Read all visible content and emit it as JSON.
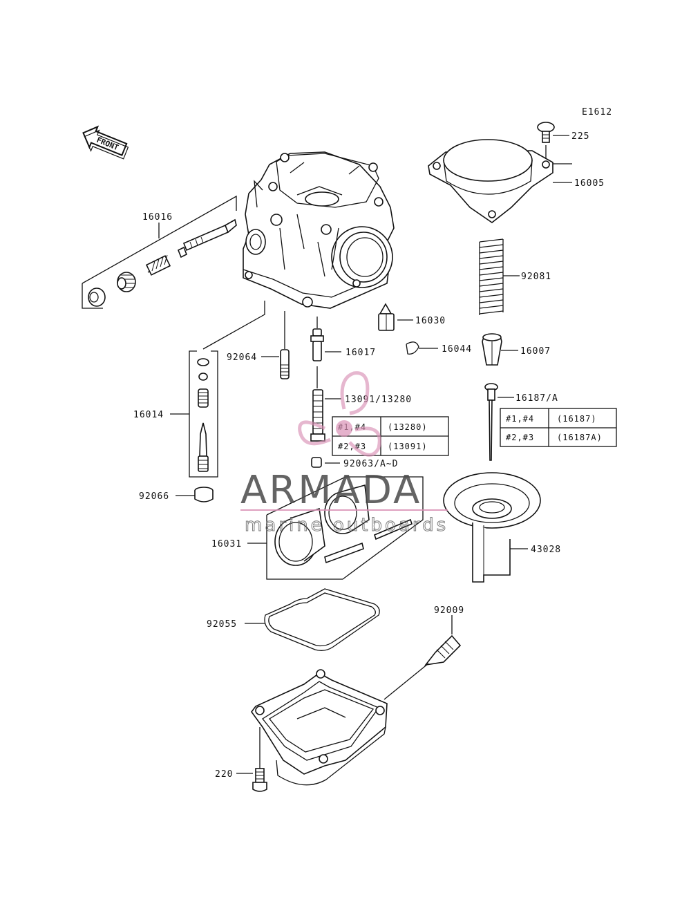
{
  "diagram": {
    "figure_code": "E1612",
    "front_marker": "FRONT",
    "parts": {
      "p225": "225",
      "p16005": "16005",
      "p92081": "92081",
      "p16016": "16016",
      "p16030": "16030",
      "p16044": "16044",
      "p16007": "16007",
      "p92064": "92064",
      "p16017": "16017",
      "p16014": "16014",
      "p13091": "13091/13280",
      "p16187": "16187/A",
      "p92063": "92063/A~D",
      "p92066": "92066",
      "p16031": "16031",
      "p43028": "43028",
      "p92009": "92009",
      "p92055": "92055",
      "p220": "220"
    },
    "table_jet": [
      [
        "#1,#4",
        "(13280)"
      ],
      [
        "#2,#3",
        "(13091)"
      ]
    ],
    "table_needle": [
      [
        "#1,#4",
        "(16187)"
      ],
      [
        "#2,#3",
        "(16187A)"
      ]
    ]
  },
  "watermark": {
    "brand": "ARMADA",
    "tagline": "marine outboards",
    "accent_color": "#d98fb4"
  }
}
